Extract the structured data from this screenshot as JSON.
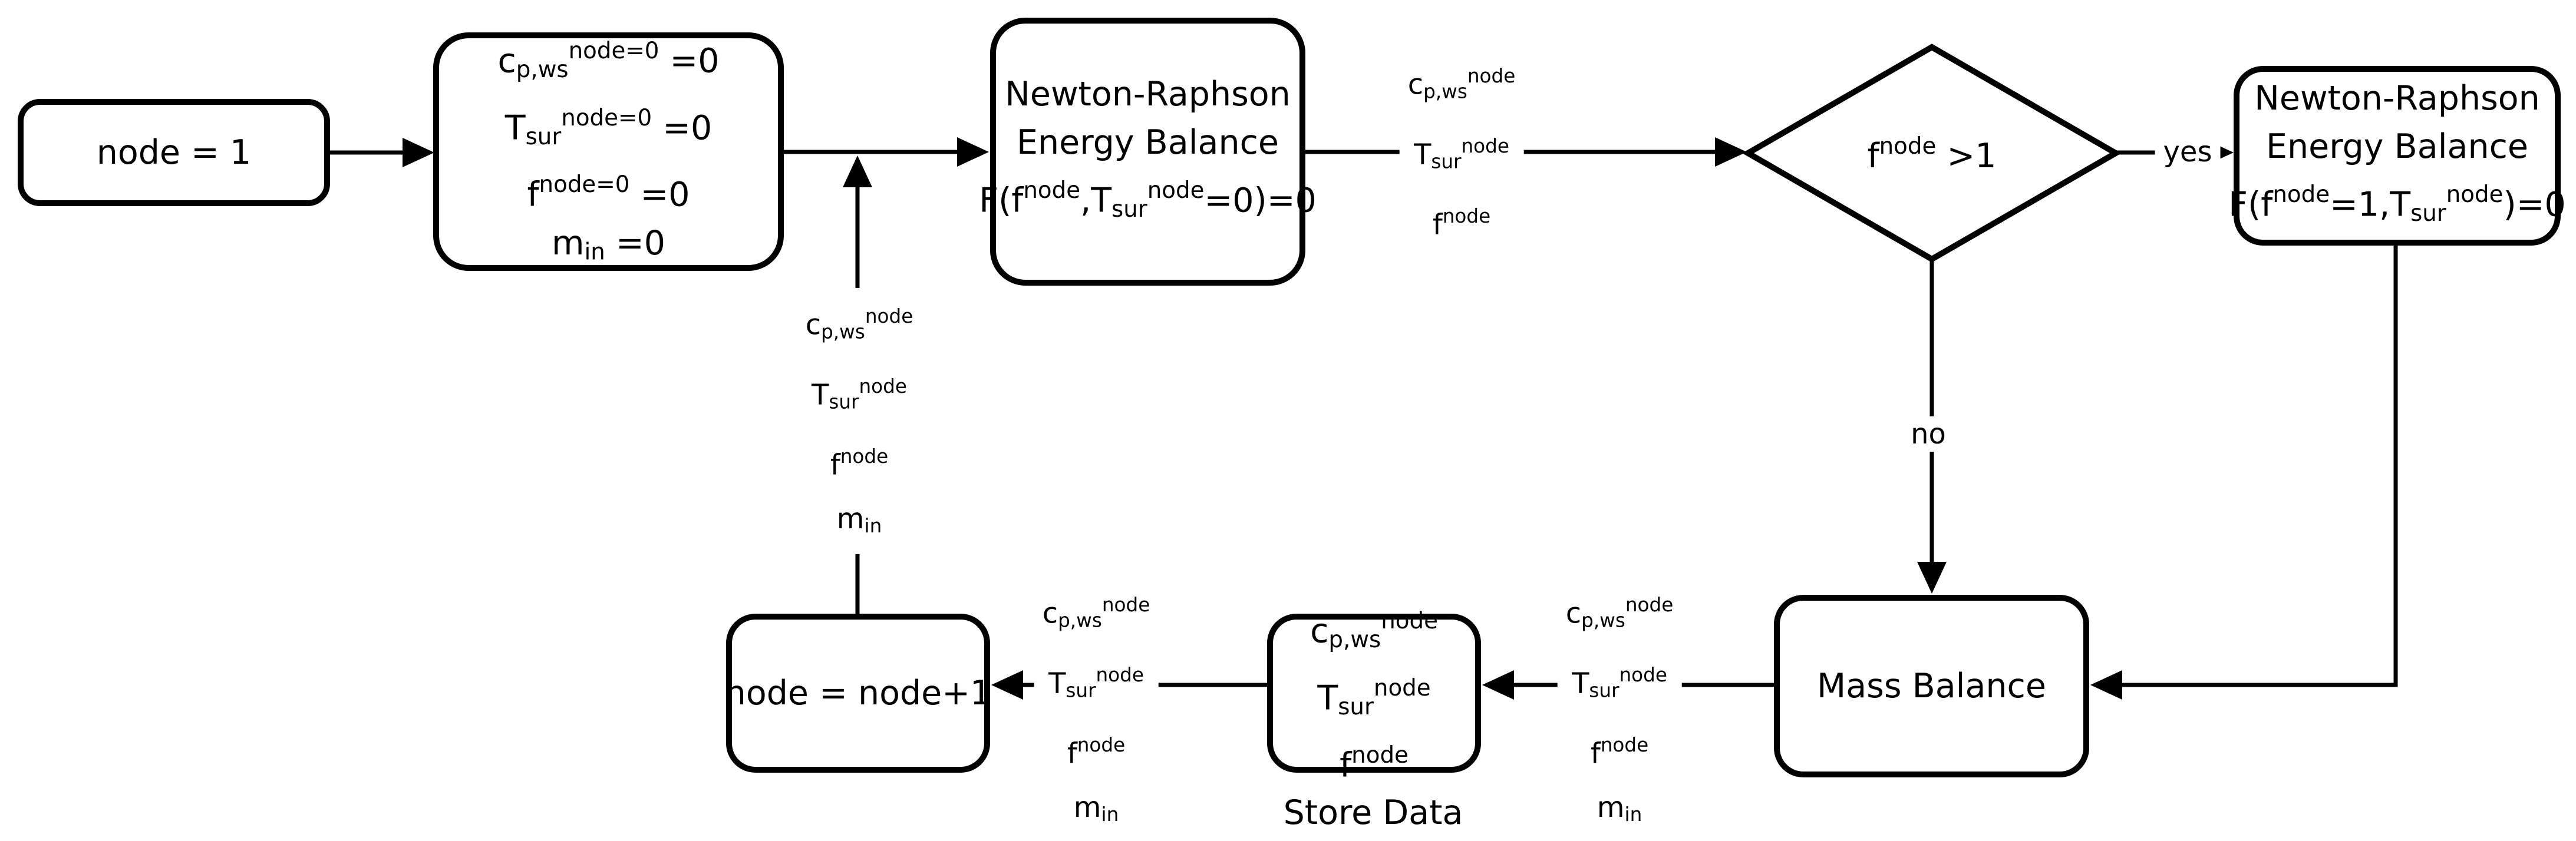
{
  "colors": {
    "background": "#ffffff",
    "ink": "#000000"
  },
  "nodes": {
    "start": {
      "lines": [
        [
          {
            "t": "node = 1"
          }
        ]
      ]
    },
    "init": {
      "lines": [
        [
          {
            "t": "c",
            "sub": "p,ws",
            "sup": "node=0"
          },
          {
            "t": " =0"
          }
        ],
        [
          {
            "t": "T",
            "sub": "sur",
            "sup": "node=0"
          },
          {
            "t": " =0"
          }
        ],
        [
          {
            "t": "f",
            "sup": "node=0"
          },
          {
            "t": " =0"
          }
        ],
        [
          {
            "t": "m",
            "sub": "in"
          },
          {
            "t": " =0"
          }
        ]
      ]
    },
    "nr_energy_balance_1": {
      "lines": [
        [
          {
            "t": "Newton-Raphson"
          }
        ],
        [
          {
            "t": "Energy Balance"
          }
        ],
        [
          {
            "t": "F(f",
            "sup": "node"
          },
          {
            "t": ",T",
            "sub": "sur",
            "sup": "node"
          },
          {
            "t": "=0)=0"
          }
        ]
      ]
    },
    "decision": {
      "lines": [
        [
          {
            "t": "f",
            "sup": "node"
          },
          {
            "t": " >1"
          }
        ]
      ]
    },
    "nr_energy_balance_2": {
      "lines": [
        [
          {
            "t": "Newton-Raphson"
          }
        ],
        [
          {
            "t": "Energy Balance"
          }
        ],
        [
          {
            "t": "F(f",
            "sup": "node"
          },
          {
            "t": "=1,T",
            "sub": "sur",
            "sup": "node"
          },
          {
            "t": ")=0"
          }
        ]
      ]
    },
    "mass_balance": {
      "lines": [
        [
          {
            "t": "Mass Balance"
          }
        ]
      ]
    },
    "store": {
      "caption": "Store Data",
      "lines": [
        [
          {
            "t": "c",
            "sub": "p,ws",
            "sup": "node"
          }
        ],
        [
          {
            "t": "T",
            "sub": "sur",
            "sup": "node"
          }
        ],
        [
          {
            "t": "f",
            "sup": "node"
          }
        ]
      ]
    },
    "increment": {
      "lines": [
        [
          {
            "t": "node = node+1"
          }
        ]
      ]
    }
  },
  "edge_labels": {
    "yes": "yes",
    "no": "no",
    "nr1_to_decision": {
      "lines": [
        [
          {
            "t": "c",
            "sub": "p,ws",
            "sup": "node"
          }
        ],
        [
          {
            "t": "T",
            "sub": "sur",
            "sup": "node"
          }
        ],
        [
          {
            "t": "f",
            "sup": "node"
          }
        ]
      ]
    },
    "mass_to_store": {
      "lines": [
        [
          {
            "t": "c",
            "sub": "p,ws",
            "sup": "node"
          }
        ],
        [
          {
            "t": "T",
            "sub": "sur",
            "sup": "node"
          }
        ],
        [
          {
            "t": "f",
            "sup": "node"
          }
        ],
        [
          {
            "t": "m",
            "sub": "in"
          }
        ]
      ]
    },
    "store_to_increment": {
      "lines": [
        [
          {
            "t": "c",
            "sub": "p,ws",
            "sup": "node"
          }
        ],
        [
          {
            "t": "T",
            "sub": "sur",
            "sup": "node"
          }
        ],
        [
          {
            "t": "f",
            "sup": "node"
          }
        ],
        [
          {
            "t": "m",
            "sub": "in"
          }
        ]
      ]
    },
    "loop_to_energy_balance": {
      "lines": [
        [
          {
            "t": "c",
            "sub": "p,ws",
            "sup": "node"
          }
        ],
        [
          {
            "t": "T",
            "sub": "sur",
            "sup": "node"
          }
        ],
        [
          {
            "t": "f",
            "sup": "node"
          }
        ],
        [
          {
            "t": "m",
            "sub": "in"
          }
        ]
      ]
    }
  }
}
